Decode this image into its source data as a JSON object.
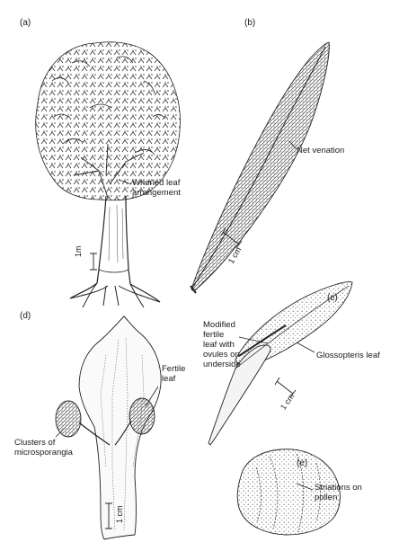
{
  "panels": {
    "a": {
      "letter": "(a)",
      "annotation": [
        "Whorled leaf",
        "arrangement"
      ],
      "scale": "1m"
    },
    "b": {
      "letter": "(b)",
      "annotation": "Net venation",
      "scale": "1 cm"
    },
    "c": {
      "letter": "(c)",
      "annotation_left": [
        "Modified",
        "fertile",
        "leaf with",
        "ovules on",
        "underside"
      ],
      "annotation_right": "Glossopteris leaf",
      "scale": "1 cm"
    },
    "d": {
      "letter": "(d)",
      "annotation_right": [
        "Fertile",
        "leaf"
      ],
      "annotation_left": [
        "Clusters of",
        "microsporangia"
      ],
      "scale": "1 cm"
    },
    "e": {
      "letter": "(e)",
      "annotation": [
        "Striations on",
        "pollen"
      ]
    }
  },
  "colors": {
    "ink": "#1a1a1a",
    "fill": "#f4f4f4",
    "background": "#ffffff"
  }
}
